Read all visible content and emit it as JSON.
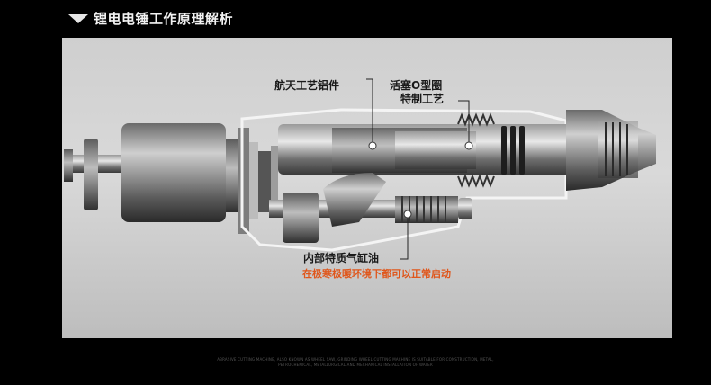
{
  "header": {
    "title": "锂电电锤工作原理解析"
  },
  "callouts": {
    "aerospace": "航天工艺铝件",
    "oring_line1": "活塞O型圈",
    "oring_line2": "特制工艺",
    "cylinder_oil": "内部特质气缸油",
    "cylinder_oil_note": "在极寒极暖环境下都可以正常启动"
  },
  "footer": {
    "line1": "ABRASIVE CUTTING MACHINE, ALSO KNOWN AS WHEEL SAW, GRINDING WHEEL CUTTING MACHINE IS SUITABLE FOR CONSTRUCTION, METAL,",
    "line2": "PETROCHEMICAL, METALLURGICAL AND MECHANICAL INSTALLATION OF WATER"
  },
  "colors": {
    "accent_orange": "#e0561b",
    "background": "#000000",
    "panel": "#d4d4d4"
  }
}
